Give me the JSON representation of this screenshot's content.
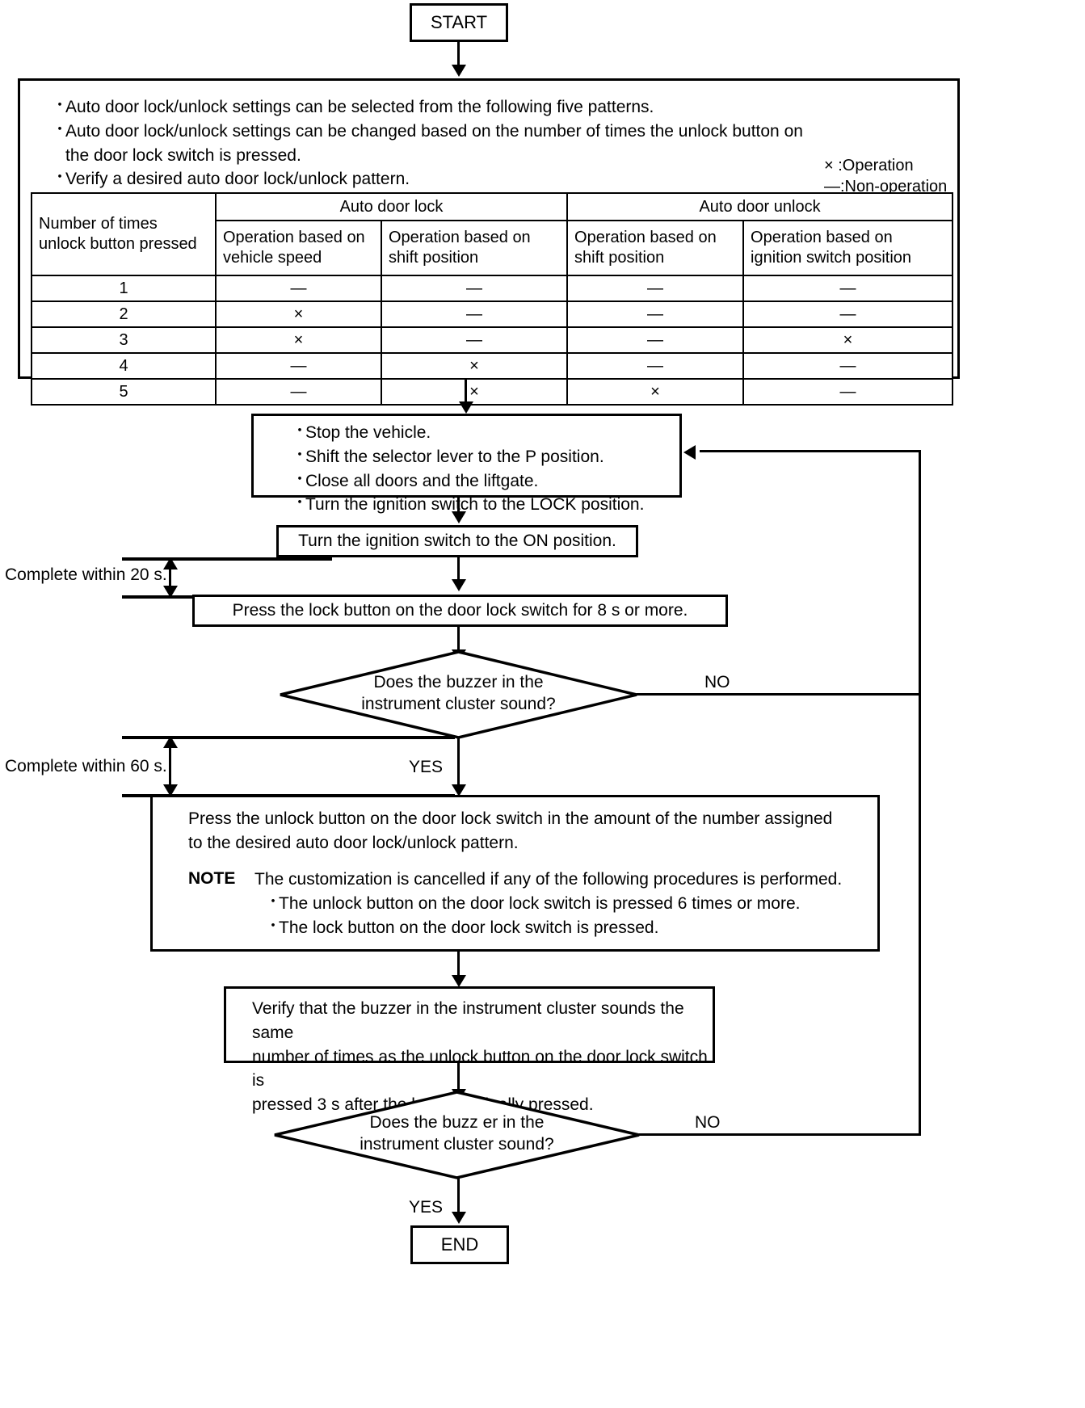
{
  "flowchart": {
    "start_label": "START",
    "end_label": "END",
    "info_panel": {
      "bullets": [
        "Auto door lock/unlock settings can be selected from the following five patterns.",
        "Auto door lock/unlock settings can be changed based on the number of times the unlock button on the door lock switch is pressed.",
        "Verify a desired auto door lock/unlock pattern."
      ],
      "legend": [
        "× :Operation",
        "—:Non-operation"
      ],
      "table": {
        "row_header": "Number of times unlock button pressed",
        "group_headers": [
          "Auto door lock",
          "Auto door unlock"
        ],
        "sub_headers": [
          "Operation based on vehicle speed",
          "Operation based on shift position",
          "Operation based on shift position",
          "Operation based on ignition switch position"
        ],
        "rows": [
          {
            "n": "1",
            "cells": [
              "—",
              "—",
              "—",
              "—"
            ]
          },
          {
            "n": "2",
            "cells": [
              "×",
              "—",
              "—",
              "—"
            ]
          },
          {
            "n": "3",
            "cells": [
              "×",
              "—",
              "—",
              "×"
            ]
          },
          {
            "n": "4",
            "cells": [
              "—",
              "×",
              "—",
              "—"
            ]
          },
          {
            "n": "5",
            "cells": [
              "—",
              "×",
              "×",
              "—"
            ]
          }
        ]
      }
    },
    "prep_box": {
      "lines": [
        "Stop the vehicle.",
        "Shift the selector lever to the P position.",
        "Close all doors and the liftgate.",
        "Turn the ignition switch to the LOCK position."
      ]
    },
    "ignition_on_box": "Turn the ignition switch to the ON position.",
    "timing_20s": "Complete within 20 s.",
    "press_lock_box": "Press the lock button on the door lock switch for 8 s or more.",
    "decision_1": {
      "line1": "Does the buzzer in the",
      "line2": "instrument cluster sound?",
      "no_label": "NO",
      "yes_label": "YES"
    },
    "timing_60s": "Complete within 60 s.",
    "unlock_box": {
      "lines": [
        "Press the unlock button on the door lock switch in the amount of the number assigned",
        "to the desired auto door lock/unlock pattern."
      ],
      "note_label": "NOTE",
      "note_text": "The customization is cancelled if any of the following procedures is performed.",
      "note_bullets": [
        "The unlock button on the door lock switch is pressed 6 times or more.",
        "The lock button on the door lock switch is pressed."
      ]
    },
    "verify_box": {
      "lines": [
        "Verify that the buzzer in the instrument cluster sounds the same",
        "number of times as the unlock button on the door lock switch is",
        "pressed 3 s after the button is finally pressed."
      ]
    },
    "decision_2": {
      "line1": "Does the buzz er in the",
      "line2": "instrument cluster sound?",
      "no_label": "NO",
      "yes_label": "YES"
    }
  }
}
